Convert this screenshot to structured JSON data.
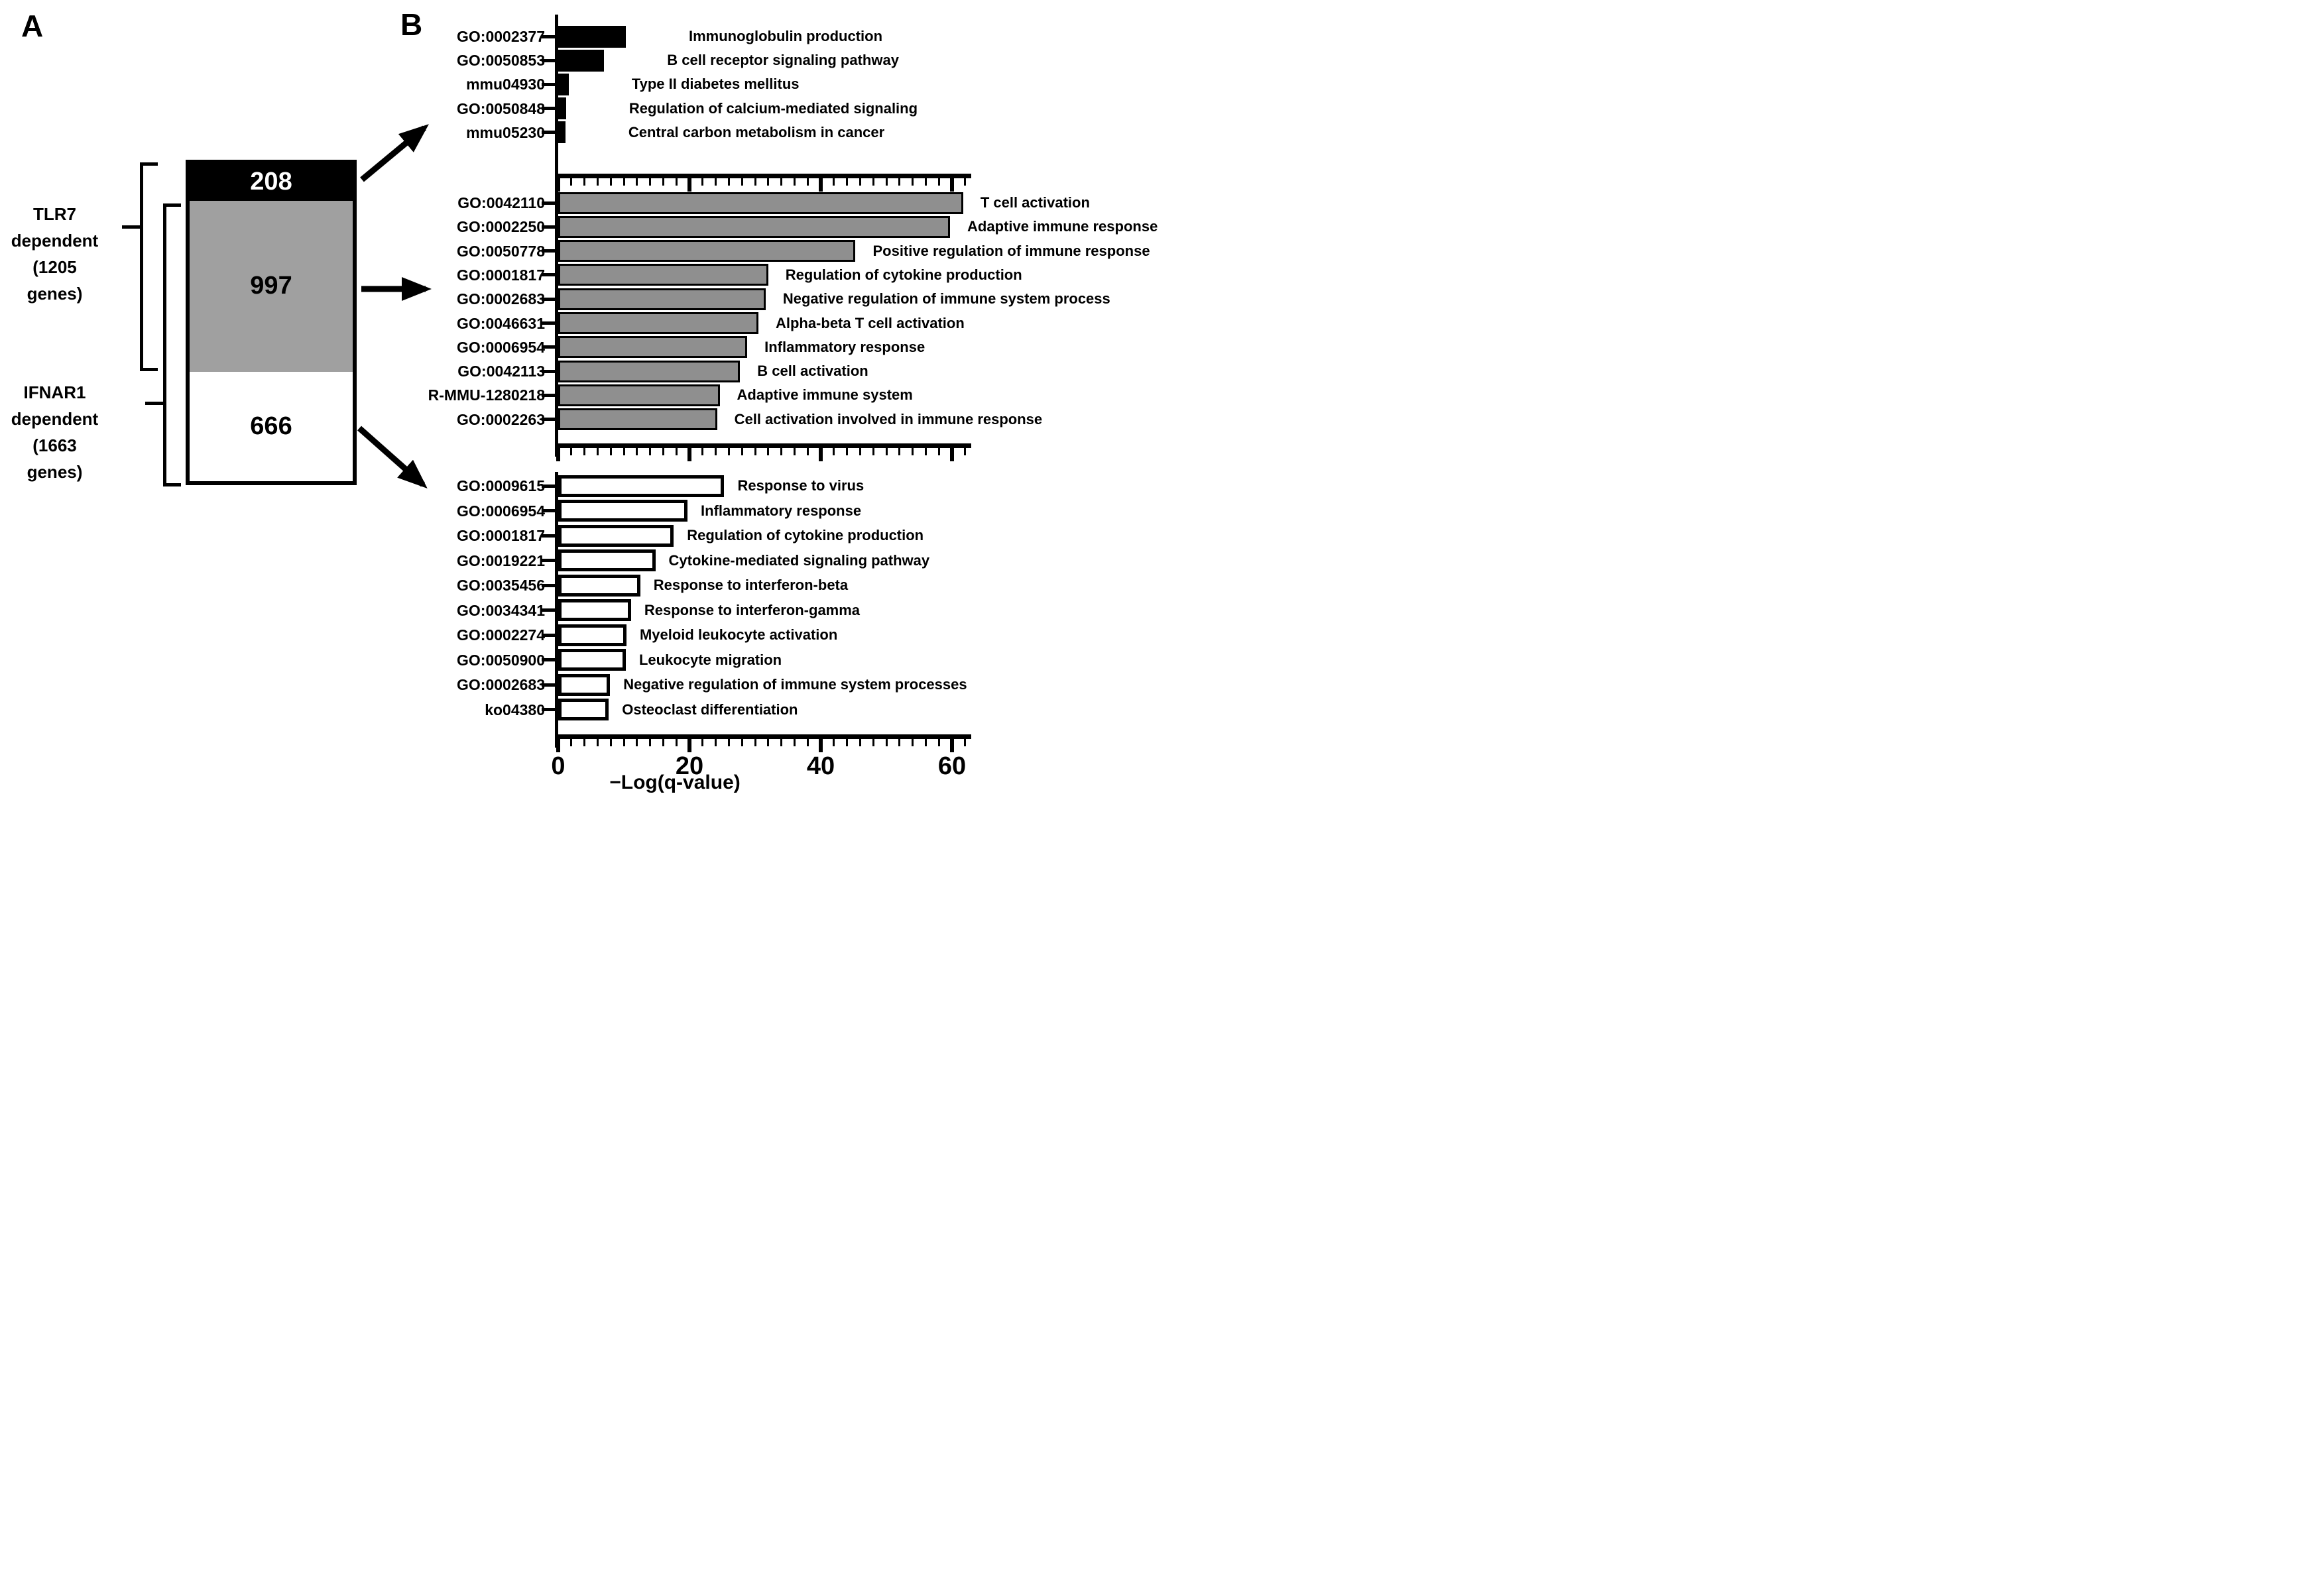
{
  "figure": {
    "panel_a_letter": "A",
    "panel_b_letter": "B",
    "colors": {
      "black": "#000000",
      "bar_gray": "#8f8f8f",
      "panel_a_gray": "#a0a0a0",
      "white": "#ffffff"
    }
  },
  "panel_a": {
    "stack_segments": [
      {
        "count": "208",
        "fill": "black",
        "text_color": "#ffffff",
        "height_frac": 0.116
      },
      {
        "count": "997",
        "fill": "gray",
        "text_color": "#000000",
        "height_frac": 0.54
      },
      {
        "count": "666",
        "fill": "white",
        "text_color": "#000000",
        "height_frac": 0.344
      }
    ],
    "bracket_labels": [
      {
        "name": "tlr7",
        "lines": [
          "TLR7",
          "dependent",
          "(1205 genes)"
        ]
      },
      {
        "name": "ifnar1",
        "lines": [
          "IFNAR1",
          "dependent",
          "(1663 genes)"
        ]
      }
    ]
  },
  "axis": {
    "label": "−Log(q-value)",
    "major_ticks": [
      0,
      20,
      40,
      60
    ],
    "minor_step": 2,
    "max": 62
  },
  "chart_data": [
    {
      "type": "bar",
      "orientation": "horizontal",
      "bar_style": "black",
      "xlabel": "−Log(q-value)",
      "xlim": [
        0,
        63
      ],
      "categories": [
        "GO:0002377",
        "GO:0050853",
        "mmu04930",
        "GO:0050848",
        "mmu05230"
      ],
      "labels": [
        "Immunoglobulin production",
        "B cell receptor signaling pathway",
        "Type II diabetes mellitus",
        "Regulation of calcium-mediated signaling",
        "Central carbon metabolism in cancer"
      ],
      "values": [
        10.3,
        7.0,
        1.6,
        1.2,
        1.1
      ]
    },
    {
      "type": "bar",
      "orientation": "horizontal",
      "bar_style": "gray",
      "xlabel": "−Log(q-value)",
      "xlim": [
        0,
        63
      ],
      "categories": [
        "GO:0042110",
        "GO:0002250",
        "GO:0050778",
        "GO:0001817",
        "GO:0002683",
        "GO:0046631",
        "GO:0006954",
        "GO:0042113",
        "R-MMU-1280218",
        "GO:0002263"
      ],
      "labels": [
        "T cell activation",
        "Adaptive immune response",
        "Positive regulation of immune response",
        "Regulation of cytokine production",
        "Negative regulation of immune system process",
        "Alpha-beta T cell activation",
        "Inflammatory response",
        "B cell activation",
        "Adaptive immune system",
        "Cell activation involved in immune response"
      ],
      "values": [
        61.7,
        59.7,
        45.3,
        32.0,
        31.6,
        30.5,
        28.8,
        27.7,
        24.6,
        24.2
      ]
    },
    {
      "type": "bar",
      "orientation": "horizontal",
      "bar_style": "white",
      "xlabel": "−Log(q-value)",
      "xlim": [
        0,
        63
      ],
      "categories": [
        "GO:0009615",
        "GO:0006954",
        "GO:0001817",
        "GO:0019221",
        "GO:0035456",
        "GO:0034341",
        "GO:0002274",
        "GO:0050900",
        "GO:0002683",
        "ko04380"
      ],
      "labels": [
        "Response to virus",
        "Inflammatory response",
        "Regulation of cytokine production",
        "Cytokine-mediated signaling pathway",
        "Response to interferon-beta",
        "Response to interferon-gamma",
        "Myeloid leukocyte activation",
        "Leukocyte migration",
        "Negative regulation of immune system processes",
        "Osteoclast differentiation"
      ],
      "values": [
        25.3,
        19.7,
        17.6,
        14.8,
        12.5,
        11.1,
        10.4,
        10.3,
        7.9,
        7.7
      ]
    }
  ]
}
